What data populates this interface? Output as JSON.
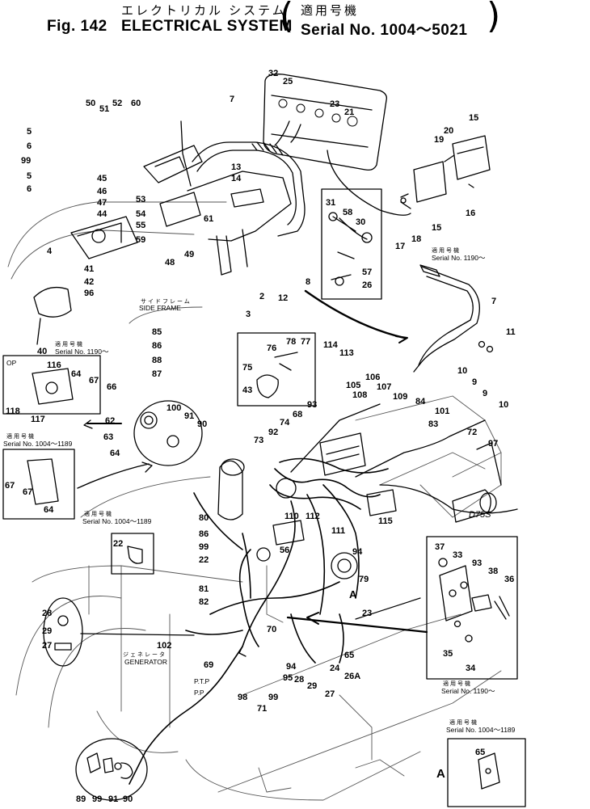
{
  "header": {
    "title_jp": "エレクトリカル システム",
    "applicable_jp": "適用号機",
    "fig_label": "Fig. 142",
    "title_en": "ELECTRICAL SYSTEM",
    "serial_range": "Serial No. 1004～5021"
  },
  "notes": {
    "side_frame_jp": "サイドフレーム",
    "side_frame": "SIDE FRAME",
    "serial_1190_jp": "適用号機",
    "serial_1190": "Serial No. 1190～",
    "serial_1004_1189_jp": "適用号機",
    "serial_1004_1189": "Serial No. 1004～1189",
    "generator_jp": "ジェネレータ",
    "generator": "GENERATOR",
    "ptp": "P.T.P",
    "pp": "P.P",
    "op": "OP",
    "detail_a": "A",
    "brand": "D75S"
  },
  "callouts": {
    "c1": "32",
    "c2": "25",
    "c3": "23",
    "c4": "21",
    "c5": "15",
    "c6": "20",
    "c7": "19",
    "c8": "50",
    "c9": "51",
    "c10": "52",
    "c11": "60",
    "c12": "7",
    "c13": "5",
    "c14": "6",
    "c15": "99",
    "c16": "5",
    "c17": "6",
    "c18": "45",
    "c19": "46",
    "c20": "47",
    "c21": "44",
    "c22": "13",
    "c23": "14",
    "c24": "53",
    "c25": "54",
    "c26": "55",
    "c27": "59",
    "c28": "61",
    "c29": "4",
    "c30": "48",
    "c31": "49",
    "c32": "41",
    "c33": "42",
    "c34": "96",
    "c35": "31",
    "c36": "58",
    "c37": "30",
    "c38": "57",
    "c39": "26",
    "c40": "8",
    "c41": "12",
    "c42": "2",
    "c43": "3",
    "c44": "16",
    "c45": "15",
    "c46": "17",
    "c47": "18",
    "c48": "7",
    "c49": "11",
    "c50": "10",
    "c51": "9",
    "c52": "9",
    "c53": "10",
    "c54": "40",
    "c55": "85",
    "c56": "86",
    "c57": "88",
    "c58": "87",
    "c59": "116",
    "c60": "64",
    "c61": "118",
    "c62": "117",
    "c63": "67",
    "c64": "66",
    "c65": "62",
    "c66": "63",
    "c67": "64",
    "c68": "100",
    "c69": "91",
    "c70": "90",
    "c71": "67",
    "c72": "67",
    "c73": "64",
    "c74": "114",
    "c75": "113",
    "c76": "76",
    "c77": "78",
    "c78": "77",
    "c79": "75",
    "c80": "43",
    "c81": "106",
    "c82": "105",
    "c83": "107",
    "c84": "108",
    "c85": "109",
    "c86": "84",
    "c87": "101",
    "c88": "83",
    "c89": "72",
    "c90": "97",
    "c91": "93",
    "c92": "68",
    "c93": "74",
    "c94": "92",
    "c95": "73",
    "c96": "110",
    "c97": "112",
    "c98": "111",
    "c99": "115",
    "c100": "80",
    "c101": "86",
    "c102": "99",
    "c103": "22",
    "c104": "56",
    "c105": "94",
    "c106": "79",
    "c107": "22",
    "c108": "81",
    "c109": "82",
    "c110": "37",
    "c111": "33",
    "c112": "93",
    "c113": "38",
    "c114": "36",
    "c115": "23",
    "c116": "28",
    "c117": "29",
    "c118": "27",
    "c119": "102",
    "c120": "70",
    "c121": "69",
    "c122": "94",
    "c123": "95",
    "c124": "28",
    "c125": "24",
    "c126": "65",
    "c127": "26A",
    "c128": "29",
    "c129": "27",
    "c130": "98",
    "c131": "71",
    "c132": "99",
    "c133": "35",
    "c134": "34",
    "c135": "65",
    "c136": "89",
    "c137": "99",
    "c138": "91",
    "c139": "90"
  }
}
